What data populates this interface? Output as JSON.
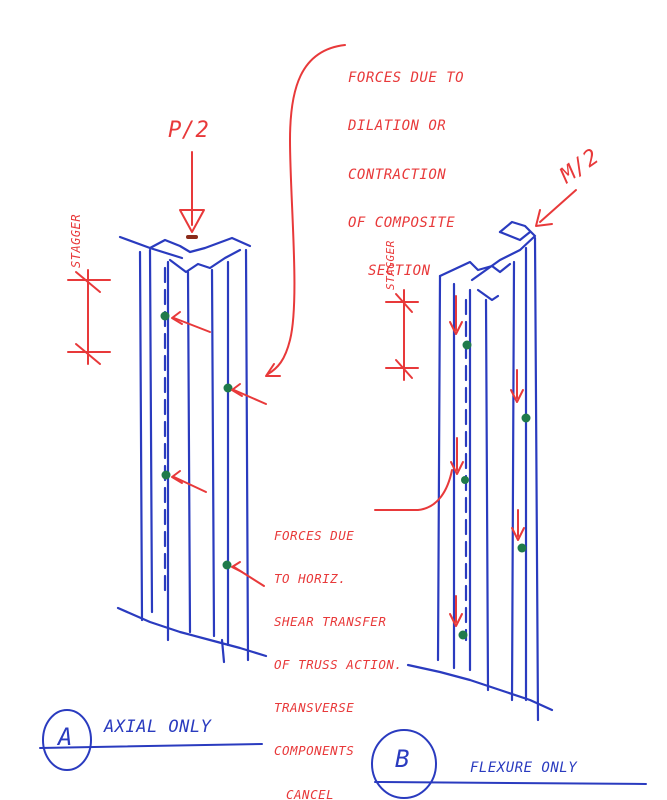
{
  "colors": {
    "ink_red": "#e8393a",
    "ink_blue": "#2a3bbf",
    "dot_green": "#1f7a4a",
    "paper": "#ffffff"
  },
  "annotations": {
    "forces_due_top": [
      "FORCES DUE TO",
      "DILATION OR",
      "CONTRACTION",
      "OF COMPOSITE",
      "SECTION"
    ],
    "load_p": "P/2",
    "load_m": "M/2",
    "stagger_left": "STAGGER",
    "stagger_right": "STAGGER",
    "forces_due_mid": [
      "FORCES DUE",
      "TO HORIZ.",
      "SHEAR TRANSFER",
      "OF TRUSS ACTION.",
      "TRANSVERSE",
      "COMPONENTS",
      "CANCEL"
    ]
  },
  "captions": {
    "a": {
      "letter": "A",
      "text": "AXIAL ONLY"
    },
    "b": {
      "letter": "B",
      "text": "FLEXURE ONLY"
    }
  }
}
